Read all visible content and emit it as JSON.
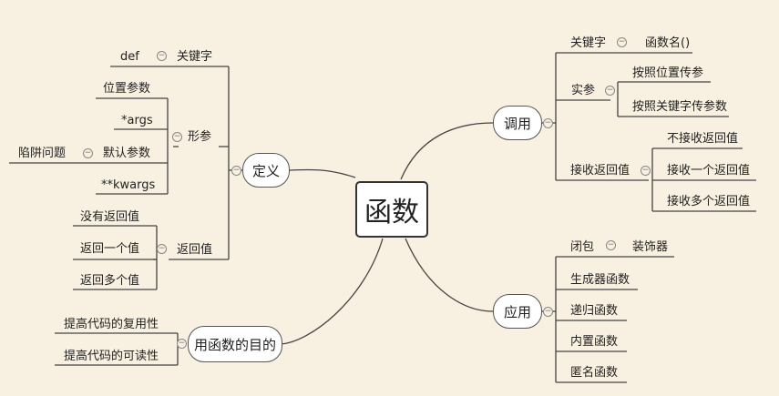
{
  "root": {
    "label": "函数"
  },
  "branches": {
    "define": {
      "label": "定义",
      "keyword": {
        "label": "关键字",
        "child": "def"
      },
      "params": {
        "label": "形参",
        "items": [
          "位置参数",
          "*args",
          "默认参数",
          "**kwargs"
        ],
        "default_child": "陷阱问题"
      },
      "returns": {
        "label": "返回值",
        "items": [
          "没有返回值",
          "返回一个值",
          "返回多个值"
        ]
      }
    },
    "purpose": {
      "label": "用函数的目的",
      "items": [
        "提高代码的复用性",
        "提高代码的可读性"
      ]
    },
    "call": {
      "label": "调用",
      "keyword": {
        "label": "关键字",
        "child": "函数名()"
      },
      "args": {
        "label": "实参",
        "items": [
          "按照位置传参",
          "按照关键字传参数"
        ]
      },
      "receive": {
        "label": "接收返回值",
        "items": [
          "不接收返回值",
          "接收一个返回值",
          "接收多个返回值"
        ]
      }
    },
    "apply": {
      "label": "应用",
      "closure": {
        "label": "闭包",
        "child": "装饰器"
      },
      "items": [
        "生成器函数",
        "递归函数",
        "内置函数",
        "匿名函数"
      ]
    }
  },
  "colors": {
    "background": "#f8f0e0",
    "line": "#444444",
    "node_fill": "#ffffff"
  }
}
